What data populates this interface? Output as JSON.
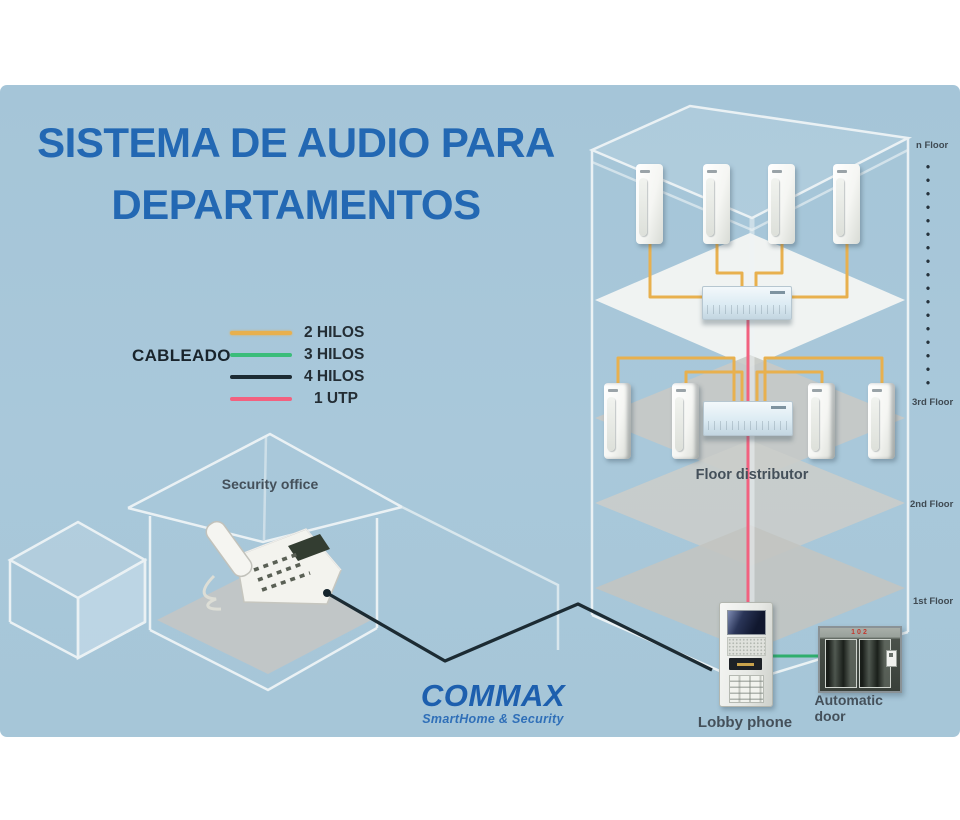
{
  "title": {
    "line1": "SISTEMA DE AUDIO PARA",
    "line2": "DEPARTAMENTOS"
  },
  "legend": {
    "title": "CABLEADO",
    "items": [
      {
        "label": "2 HILOS",
        "color": "#e8b04e"
      },
      {
        "label": "3 HILOS",
        "color": "#3bbd7a"
      },
      {
        "label": "4 HILOS",
        "color": "#1c2b33"
      },
      {
        "label": "1 UTP",
        "color": "#f2617f"
      }
    ]
  },
  "building": {
    "floors": [
      {
        "label": "n Floor"
      },
      {
        "label": "3rd Floor"
      },
      {
        "label": "2nd Floor"
      },
      {
        "label": "1st Floor"
      }
    ],
    "floor_distributor_label": "Floor distributor"
  },
  "security_office": {
    "label": "Security office"
  },
  "lobby": {
    "label": "Lobby phone"
  },
  "door": {
    "label": "Automatic door",
    "sign": "102"
  },
  "logo": {
    "name": "COMMAX",
    "tagline": "SmartHome & Security"
  },
  "colors": {
    "background_panel": "#a8c7d9",
    "title_blue": "#2368b3",
    "wire_2hilos_orange": "#e8b04e",
    "wire_3hilos_green": "#3bbd7a",
    "wire_4hilos_black": "#1c2b33",
    "wire_1utp_pink": "#f2617f",
    "logo_blue": "#1d5fae"
  }
}
